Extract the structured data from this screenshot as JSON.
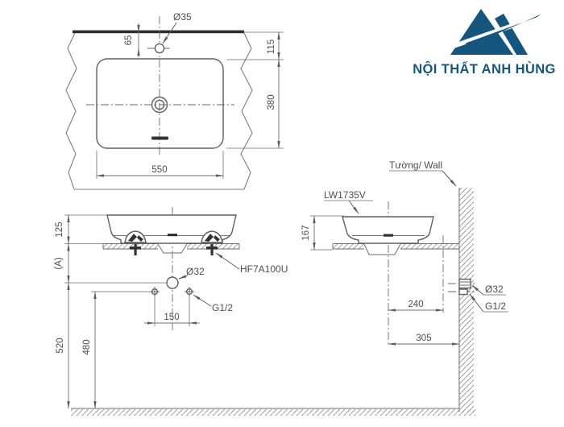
{
  "logo": {
    "title": "NỘI THẤT ANH HÙNG",
    "color": "#15567f"
  },
  "plan_view": {
    "faucet_hole_diameter": "Ø35",
    "faucet_hole_offset": "65",
    "wall_to_basin": "115",
    "basin_depth": "380",
    "basin_width": "550"
  },
  "front_view": {
    "rim_above_counter": "125",
    "counter_reference": "(A)",
    "drain_diameter": "Ø32",
    "fixing_kit": "HF7A100U",
    "supply_thread": "G1/2",
    "supply_spacing": "150",
    "drain_height": "520",
    "supply_height": "480"
  },
  "side_view": {
    "model": "LW1735V",
    "wall_label": "Tường/ Wall",
    "rim_height": "167",
    "centerline_to_faucet": "240",
    "centerline_to_wall": "305",
    "waste_outlet_diameter": "Ø32",
    "supply_thread": "G1/2"
  }
}
